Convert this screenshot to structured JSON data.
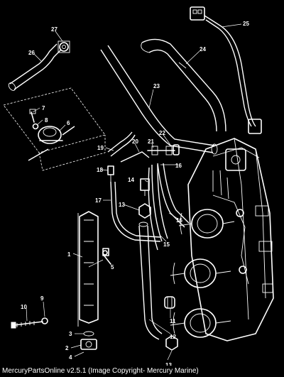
{
  "callouts": [
    "1",
    "2",
    "3",
    "4",
    "5",
    "6",
    "7",
    "8",
    "9",
    "10",
    "11",
    "12",
    "13",
    "13",
    "14",
    "15",
    "16",
    "16",
    "17",
    "18",
    "19",
    "20",
    "21",
    "22",
    "23",
    "24",
    "25",
    "26",
    "27"
  ],
  "footer": "MercuryPartsOnline v2.5.1 (Image Copyright- Mercury Marine)"
}
